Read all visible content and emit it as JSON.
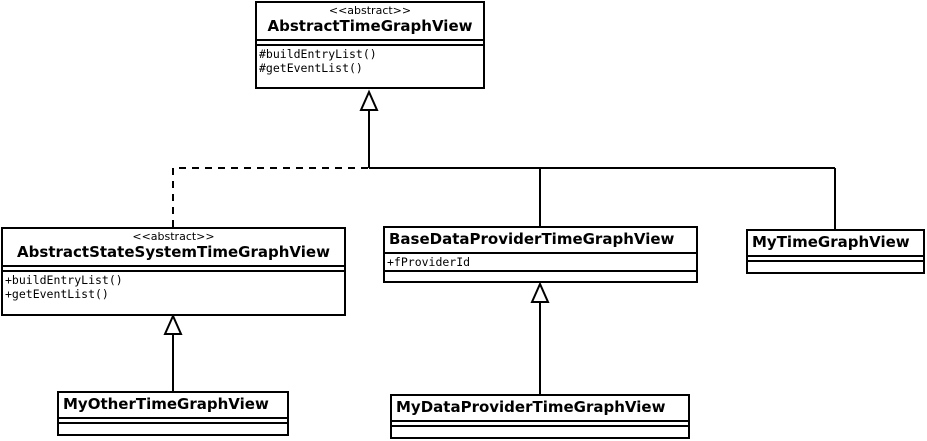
{
  "classes": {
    "atgv": {
      "stereotype": "<<abstract>>",
      "name": "AbstractTimeGraphView",
      "attributes": [],
      "operations": [
        "#buildEntryList()",
        "#getEventList()"
      ]
    },
    "asstgv": {
      "stereotype": "<<abstract>>",
      "name": "AbstractStateSystemTimeGraphView",
      "attributes": [],
      "operations": [
        "+buildEntryList()",
        "+getEventList()"
      ]
    },
    "bdptgv": {
      "name": "BaseDataProviderTimeGraphView",
      "attributes": [
        "+fProviderId"
      ],
      "operations": []
    },
    "mytgv": {
      "name": "MyTimeGraphView",
      "attributes": [],
      "operations": []
    },
    "myothertgv": {
      "name": "MyOtherTimeGraphView",
      "attributes": [],
      "operations": []
    },
    "mydptgv": {
      "name": "MyDataProviderTimeGraphView",
      "attributes": [],
      "operations": []
    }
  }
}
